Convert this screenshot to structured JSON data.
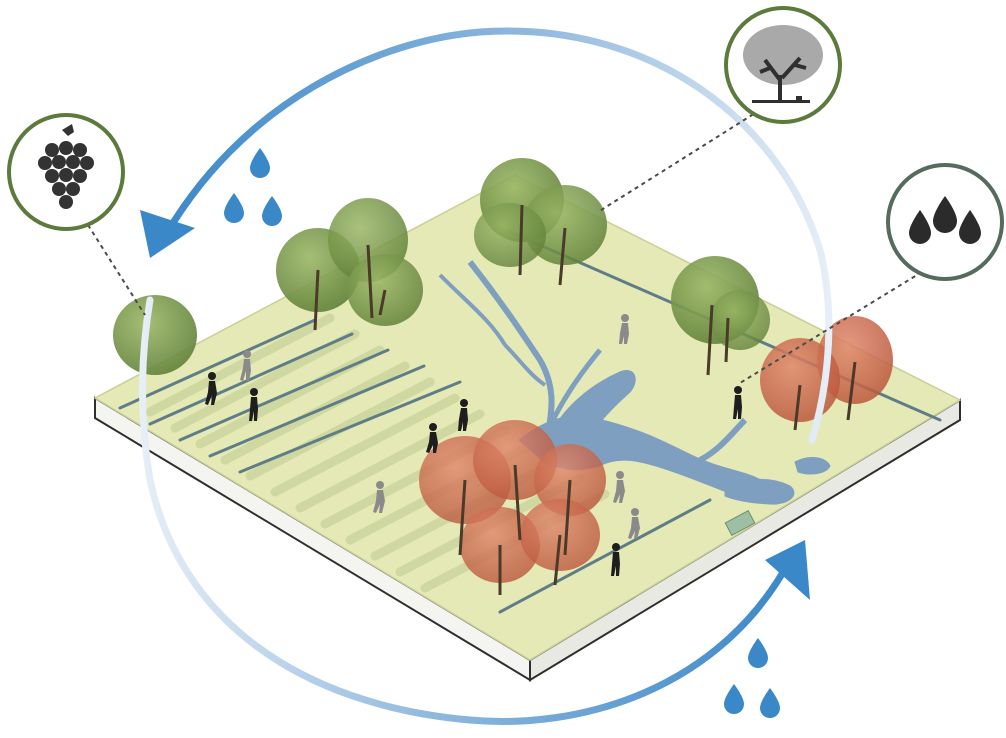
{
  "diagram": {
    "icons": [
      {
        "name": "grapes-icon",
        "meaning": "vineyard"
      },
      {
        "name": "tree-icon",
        "meaning": "orchard"
      },
      {
        "name": "water-drops-icon",
        "meaning": "water"
      }
    ],
    "cycle_arrows": [
      {
        "name": "water-cycle-arrow-top"
      },
      {
        "name": "water-cycle-arrow-bottom"
      }
    ],
    "colors": {
      "platform_top": "#e4e9b6",
      "platform_side": "#f5f5f2",
      "water": "#7f9fc0",
      "arrow": "#3b88c8",
      "icon_ring": "#5c7a3c",
      "tree_green": "#6f9141",
      "tree_orange": "#cf6a4a",
      "rows": "#cfd8a0"
    }
  }
}
